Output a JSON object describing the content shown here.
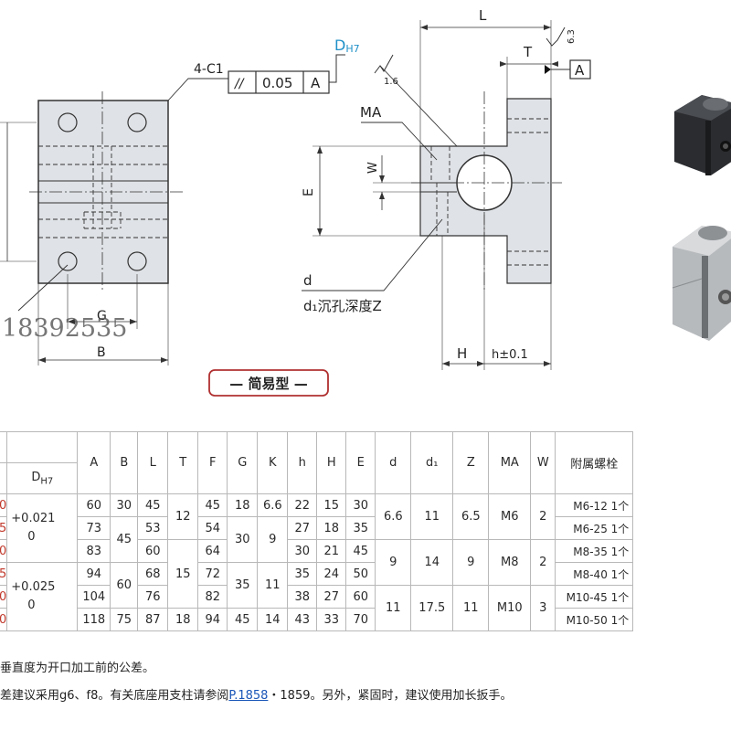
{
  "drawing": {
    "chamfer_label": "4-C1",
    "tolerance_frame": {
      "symbol": "//",
      "value": "0.05",
      "datum": "A"
    },
    "bore_label": "D",
    "bore_sub": "H7",
    "roughness_bore": "1.6",
    "roughness_face": "6.3",
    "datum_right": "A",
    "dims": {
      "L": "L",
      "T": "T",
      "MA": "MA",
      "W": "W",
      "E": "E",
      "d": "d",
      "d1_counterbore": "d₁沉孔深度Z",
      "H": "H",
      "h_tol": "h±0.1",
      "G": "G",
      "B": "B"
    },
    "watermark": "18392535",
    "caption": "— 简易型 —"
  },
  "table": {
    "headers": [
      "A",
      "B",
      "L",
      "T",
      "F",
      "G",
      "K",
      "h",
      "H",
      "E",
      "d",
      "d₁",
      "Z",
      "MA",
      "W",
      "附属螺栓"
    ],
    "dh7_header_main": "D",
    "dh7_header_sub": "H7",
    "left_marks": [
      "0",
      "5",
      "0",
      "5",
      "0",
      "0"
    ],
    "tol1": [
      "+0.021",
      "0"
    ],
    "tol2": [
      "+0.025",
      "0"
    ],
    "A": [
      "60",
      "73",
      "83",
      "94",
      "104",
      "118"
    ],
    "B": [
      "30",
      "45",
      "60",
      "75"
    ],
    "L": [
      "45",
      "53",
      "60",
      "68",
      "76",
      "87"
    ],
    "T": [
      "12",
      "15",
      "18"
    ],
    "F": [
      "45",
      "54",
      "64",
      "72",
      "82",
      "94"
    ],
    "G": [
      "18",
      "30",
      "35",
      "45"
    ],
    "K": [
      "6.6",
      "9",
      "11",
      "14"
    ],
    "h": [
      "22",
      "27",
      "30",
      "35",
      "38",
      "43"
    ],
    "H": [
      "15",
      "18",
      "21",
      "24",
      "27",
      "33"
    ],
    "E": [
      "30",
      "35",
      "45",
      "50",
      "60",
      "70"
    ],
    "d": [
      "6.6",
      "9",
      "11"
    ],
    "d1": [
      "11",
      "14",
      "17.5"
    ],
    "Z": [
      "6.5",
      "9",
      "11"
    ],
    "MA": [
      "M6",
      "M8",
      "M10"
    ],
    "W": [
      "2",
      "2",
      "3"
    ],
    "bolts": [
      "M6-12 1个",
      "M6-25 1个",
      "M8-35 1个",
      "M8-40 1个",
      "M10-45 1个",
      "M10-50 1个"
    ]
  },
  "notes": {
    "line1": "垂直度为开口加工前的公差。",
    "line2_a": "差建议采用g6、f8。有关底座用支柱请参阅",
    "line2_link": "P.1858",
    "line2_b": "・1859。另外，紧固时，建议使用加长扳手。"
  }
}
